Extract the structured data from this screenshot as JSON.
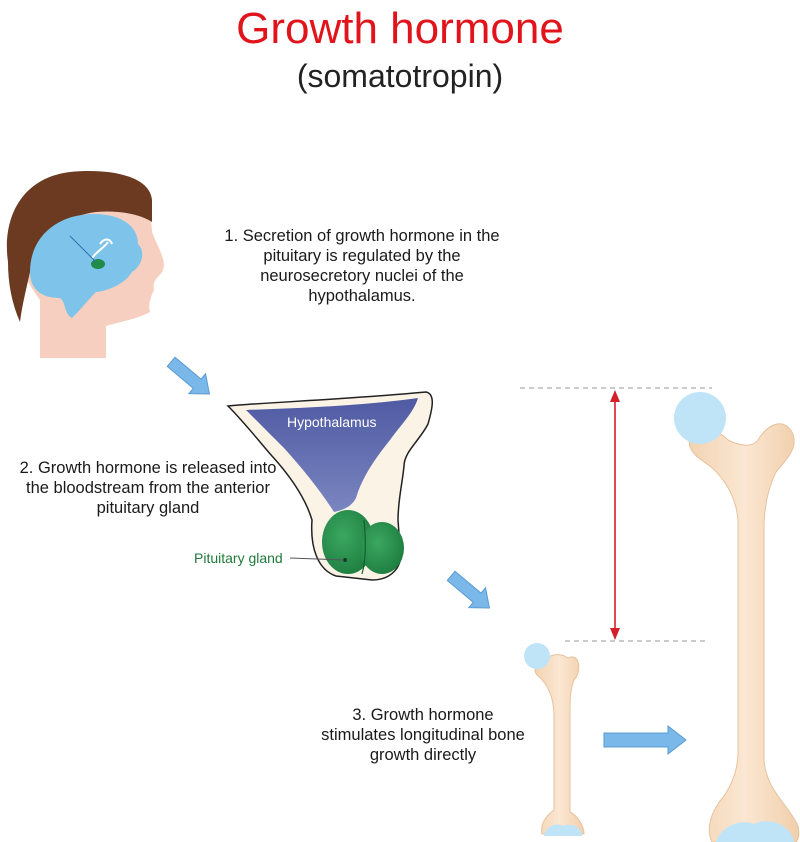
{
  "header": {
    "title": "Growth hormone",
    "subtitle": "(somatotropin)"
  },
  "steps": [
    "1. Secretion of growth hormone in the pituitary is regulated by the neurosecretory nuclei of the hypothalamus.",
    "2. Growth hormone is released into the bloodstream from the anterior pituitary gland",
    "3. Growth hormone stimulates longitudinal bone growth directly"
  ],
  "labels": {
    "hypothalamus": "Hypothalamus",
    "pituitary": "Pituitary gland"
  },
  "colors": {
    "title": "#e1141c",
    "hair": "#6b3a20",
    "skin": "#f6cfc0",
    "brain": "#7ec3ea",
    "hypothalamus": "#5a66a8",
    "pituitary": "#1f8a4a",
    "bone": "#f5dcc0",
    "cartilage": "#bfe4f7",
    "arrow": "#7ab8ea",
    "measure": "#d3202a"
  }
}
